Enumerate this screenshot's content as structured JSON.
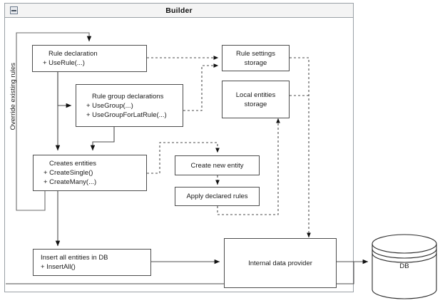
{
  "window": {
    "title": "Builder",
    "collapse_icon": "collapse-box-icon"
  },
  "nodes": {
    "rule_declaration": {
      "line1": "Rule declaration",
      "line2": "+ UseRule(...)"
    },
    "rule_group_declarations": {
      "line1": "Rule group declarations",
      "line2": "+ UseGroup(...)",
      "line3": "+ UseGroupForLatRule(...)"
    },
    "creates_entities": {
      "line1": "Creates entities",
      "line2": "+ CreateSingle()",
      "line3": "+ CreateMany(...)"
    },
    "insert_all": {
      "line1": "Insert all entities in DB",
      "line2": "+ InsertAll()"
    },
    "rule_settings_storage": {
      "line1": "Rule settings",
      "line2": "storage"
    },
    "local_entities_storage": {
      "line1": "Local entities",
      "line2": "storage"
    },
    "create_new_entity": {
      "line1": "Create new entity"
    },
    "apply_declared_rules": {
      "line1": "Apply declared rules"
    },
    "internal_data_provider": {
      "line1": "Internal data provider"
    },
    "db": {
      "label": "DB"
    }
  },
  "edges": {
    "override_existing_rules": "Override existing rules"
  },
  "colors": {
    "stroke": "#4d4d4d",
    "text": "#1a1a1a",
    "frame": "#9aa0a6",
    "title_bg": "#f4f4f4",
    "background": "#ffffff"
  }
}
